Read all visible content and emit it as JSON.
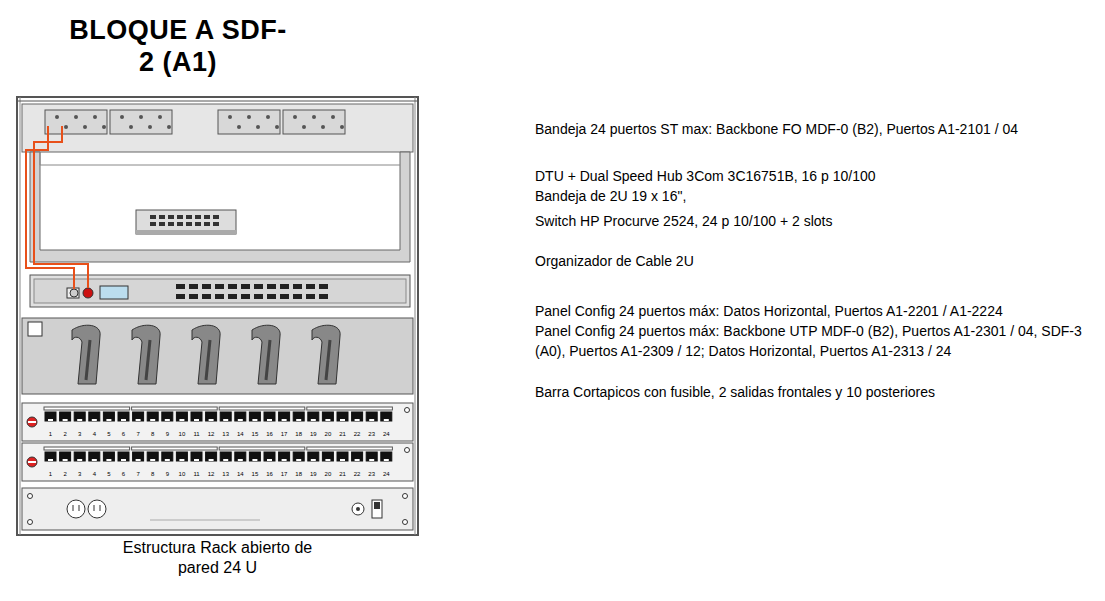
{
  "diagram": {
    "title": "BLOQUE A SDF-2 (A1)",
    "caption": "Estructura Rack abierto de pared 24 U",
    "labels": [
      "Bandeja 24 puertos ST max:  Backbone FO MDF-0 (B2), Puertos A1-2101 / 04",
      "DTU + Dual Speed Hub 3Com 3C16751B, 16 p 10/100",
      "Bandeja de 2U 19 x 16\",",
      "Switch HP Procurve 2524, 24 p 10/100 + 2 slots",
      "Organizador de Cable 2U",
      "Panel Config 24 puertos máx:  Datos Horizontal,  Puertos  A1-2201 / A1-2224",
      "Panel Config 24 puertos máx:  Backbone UTP MDF-0 (B2), Puertos A1-2301 / 04, SDF-3 (A0), Puertos A1-2309 / 12; Datos Horizontal, Puertos A1-2313 / 24",
      "Barra Cortapicos con fusible, 2 salidas frontales y 10 posteriores",
      "1",
      "2",
      "3",
      "4",
      "5",
      "6",
      "7",
      "8",
      "9",
      "10",
      "11",
      "12",
      "13",
      "14",
      "15",
      "16",
      "17",
      "18",
      "19",
      "20",
      "21",
      "22",
      "23",
      "24",
      "1",
      "2",
      "3",
      "4",
      "5",
      "6",
      "7",
      "8",
      "9",
      "10",
      "11",
      "12",
      "13",
      "14",
      "15",
      "16",
      "17",
      "18",
      "19",
      "20",
      "21",
      "22",
      "23",
      "24"
    ]
  }
}
